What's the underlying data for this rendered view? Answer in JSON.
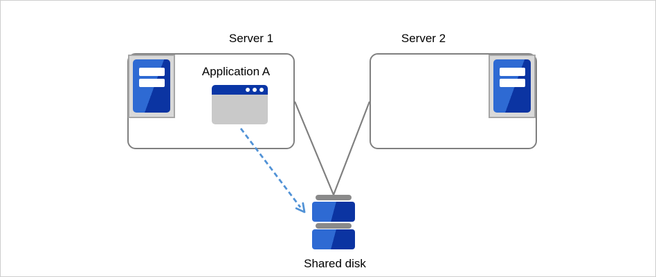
{
  "colors": {
    "canvas_border": "#cdcdcd",
    "line_gray": "#7f7f7f",
    "icon_frame_fill": "#d9d9d9",
    "icon_frame_border": "#a6a6a6",
    "blue_light": "#2e6ad3",
    "blue_dark": "#0b34a2",
    "titlebar_blue": "#0a36a6",
    "window_body_gray": "#c9c9c9",
    "disk_cap_gray": "#8a8a8a",
    "arrow_blue": "#5192d6",
    "text_color": "#000000"
  },
  "diagram": {
    "nodes": {
      "server1": {
        "label": "Server 1",
        "icon": "server-tower-icon",
        "application": {
          "label": "Application A",
          "icon": "application-window-icon"
        }
      },
      "server2": {
        "label": "Server 2",
        "icon": "server-tower-icon"
      },
      "shared_disk": {
        "label": "Shared disk",
        "icon": "shared-disk-icon"
      }
    },
    "connections": [
      {
        "from": "server1",
        "to": "shared_disk",
        "style": "solid gray line"
      },
      {
        "from": "server2",
        "to": "shared_disk",
        "style": "solid gray line"
      },
      {
        "from": "application_a",
        "to": "shared_disk",
        "style": "dashed blue arrow"
      }
    ]
  }
}
